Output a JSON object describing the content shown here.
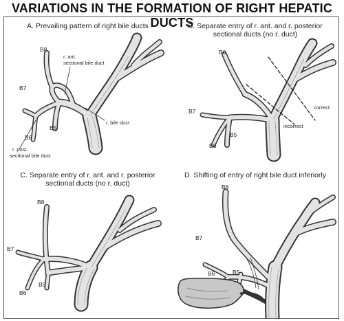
{
  "title": "VARIATIONS IN THE FORMATION OF RIGHT HEPATIC DUCTS",
  "panels": {
    "a": {
      "title": "A. Prevailing pattern of right bile ducts",
      "labels": {
        "b8": "B8",
        "b7": "B7",
        "b6": "B6",
        "b5": "B5",
        "r_ant_1": "r. ant.",
        "r_ant_2": "sectional bile duct",
        "r_bile_duct": "r. bile duct",
        "r_post_1": "r. post.",
        "r_post_2": "sectional bile duct"
      }
    },
    "b": {
      "title_1": "B. Separate entry of r. ant. and r. posterior",
      "title_2": "sectional ducts (no r. duct)",
      "labels": {
        "b8": "B8",
        "b7": "B7",
        "b6": "B6",
        "b5": "B5",
        "correct": "correct",
        "incorrect": "incorrect"
      }
    },
    "c": {
      "title_1": "C. Separate entry of r. ant. and r. posterior",
      "title_2": "sectional ducts (no r. duct)",
      "labels": {
        "b8": "B8",
        "b7": "B7",
        "b6": "B6",
        "b5": "B5"
      }
    },
    "d": {
      "title": "D. Shifting of entry of right bile duct inferiorly",
      "labels": {
        "b8": "B8",
        "b7": "B7",
        "b6": "B6",
        "b5": "B5"
      }
    }
  }
}
